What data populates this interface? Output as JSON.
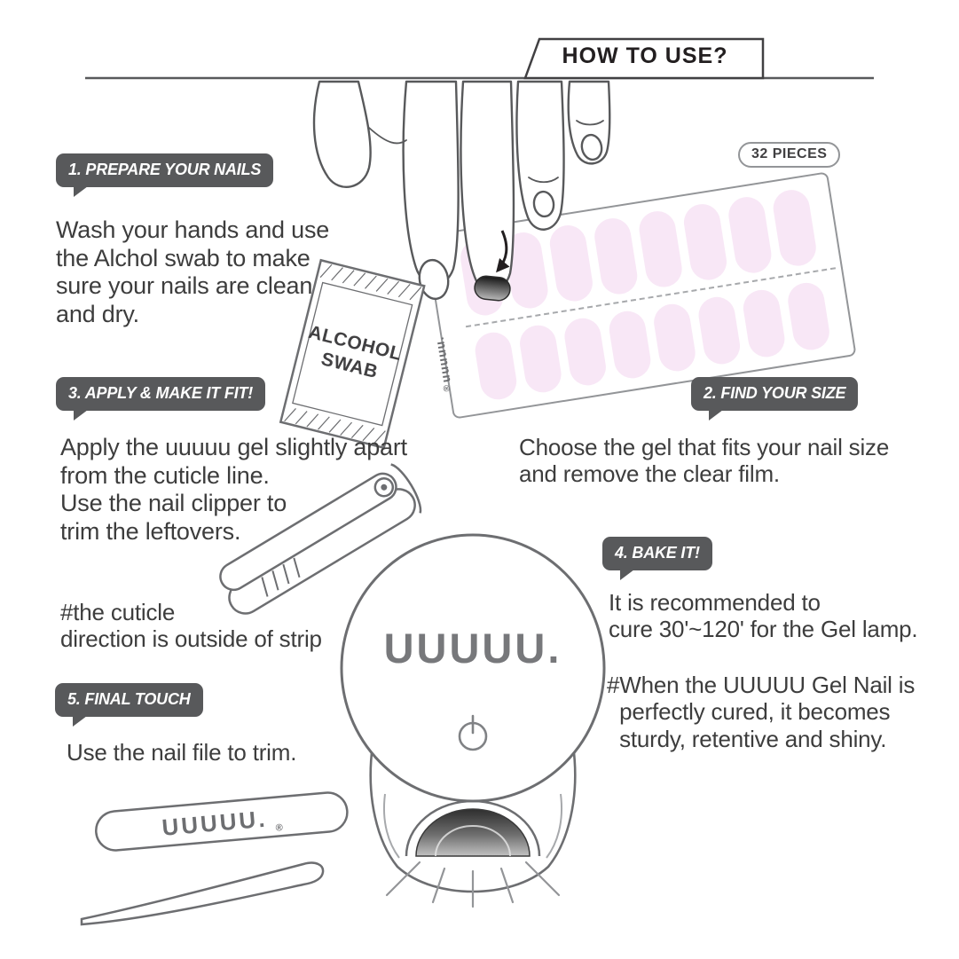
{
  "colors": {
    "bubble_bg": "#58595b",
    "body_text": "#3d3d3d",
    "outline": "#6d6e71",
    "nail_pink": "#f8e7f6"
  },
  "header": {
    "title": "HOW TO USE?"
  },
  "sheet": {
    "pieces_badge": "32 PIECES",
    "logo": "uuuuu.",
    "reg_mark": "®",
    "rows": 2,
    "nails_per_row": 8
  },
  "steps": [
    {
      "label": "1. PREPARE YOUR NAILS",
      "body": "Wash your hands and use\nthe Alchol swab to make\nsure your nails are clean\nand dry."
    },
    {
      "label": "2. FIND YOUR SIZE",
      "body": "Choose the gel that fits your nail size\nand remove the clear film."
    },
    {
      "label": "3. APPLY & MAKE IT FIT!",
      "body": "Apply the uuuuu gel slightly apart\nfrom the cuticle line.\nUse the nail clipper to\ntrim the leftovers.",
      "note": "#the cuticle\ndirection is outside of strip"
    },
    {
      "label": "4. BAKE IT!",
      "body": "It is recommended to\ncure 30'~120' for the Gel lamp.",
      "note": "#When the UUUUU Gel Nail is\n  perfectly cured, it becomes\n  sturdy, retentive and shiny."
    },
    {
      "label": "5. FINAL TOUCH",
      "body": "Use the nail file to trim."
    }
  ],
  "swab": {
    "line1": "ALCOHOL",
    "line2": "SWAB"
  },
  "lamp": {
    "logo": "UUUUU."
  },
  "nail_file": {
    "logo": "UUUUU.",
    "reg_mark": "®"
  }
}
